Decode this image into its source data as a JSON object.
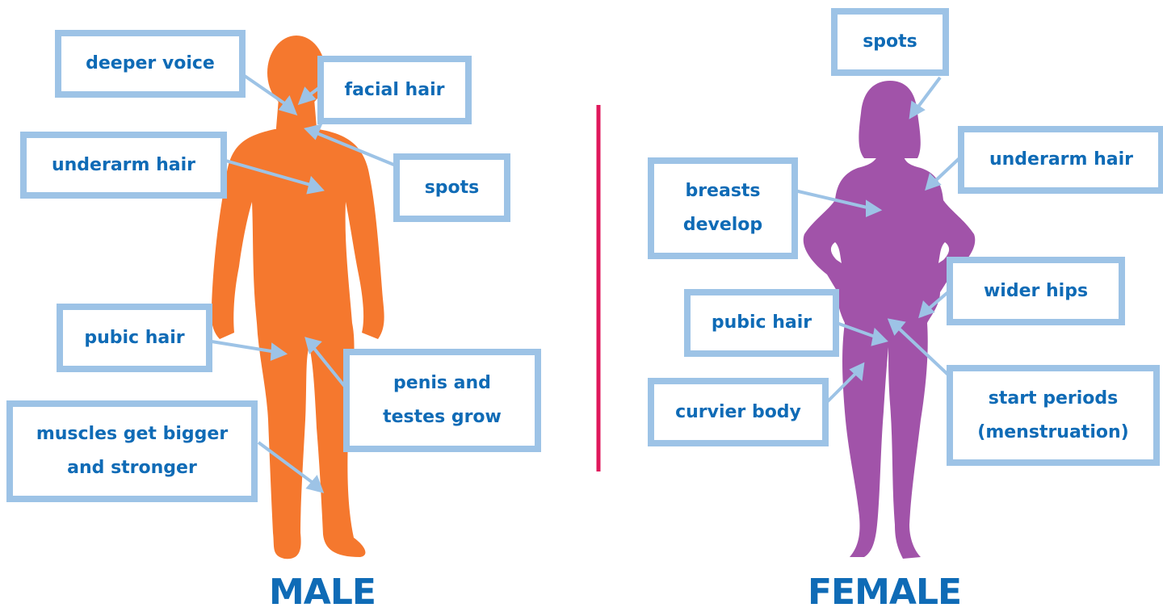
{
  "colors": {
    "male_body": "#f5782e",
    "female_body": "#a153a9",
    "arrow": "#9dc3e6",
    "label_border": "#9dc3e6",
    "label_text": "#0f6bb6",
    "divider": "#e0195c"
  },
  "titles": {
    "male": "MALE",
    "female": "FEMALE"
  },
  "male_labels": {
    "deeper_voice": "deeper voice",
    "facial_hair": "facial hair",
    "underarm_hair": "underarm hair",
    "spots": "spots",
    "pubic_hair": "pubic hair",
    "penis_testes": "penis and\ntestes grow",
    "muscles": "muscles get bigger\nand stronger"
  },
  "female_labels": {
    "spots": "spots",
    "underarm_hair": "underarm hair",
    "breasts": "breasts\ndevelop",
    "wider_hips": "wider hips",
    "pubic_hair": "pubic hair",
    "curvier_body": "curvier body",
    "periods": "start periods\n(menstruation)"
  }
}
